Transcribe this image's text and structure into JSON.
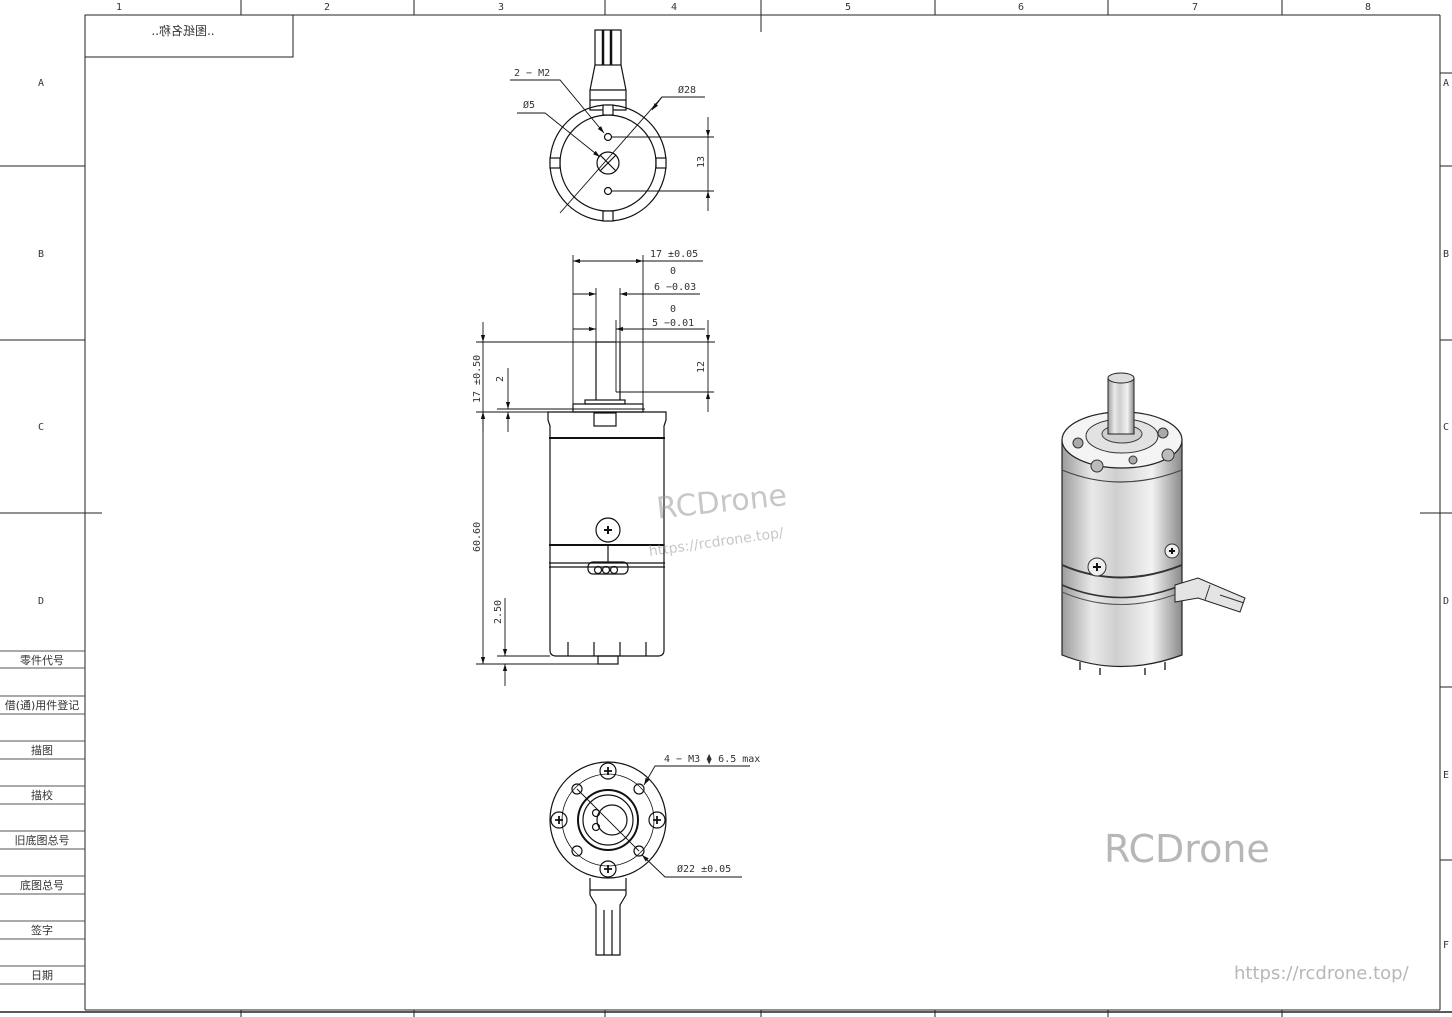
{
  "drawing": {
    "title_block_text": "..图纸名称..",
    "title_block_text_mirrored": true,
    "column_markers": [
      "1",
      "2",
      "3",
      "4",
      "5",
      "6",
      "7",
      "8"
    ],
    "row_markers": [
      "A",
      "B",
      "C",
      "D",
      "E",
      "F"
    ],
    "left_strip_labels": [
      "零件代号",
      "借(通)用件登记",
      "描图",
      "描校",
      "旧底图总号",
      "底图总号",
      "签字",
      "日期"
    ]
  },
  "views": {
    "top_view": {
      "dimensions": {
        "holes": "2 − M2",
        "shaft_diameter": "Ø5",
        "outer_diameter": "Ø28",
        "hole_spacing": "13"
      }
    },
    "side_view": {
      "dimensions": {
        "flange_width": "17 ±0.05",
        "shaft_dia_upper": "0",
        "shaft_dia": "6 −0.03",
        "flat_upper": "0",
        "flat": "5 −0.01",
        "shaft_length": "17 ±0.50",
        "shoulder": "2",
        "flat_length": "12",
        "body_length": "60.60",
        "base_offset": "2.50"
      }
    },
    "bottom_view": {
      "dimensions": {
        "mount_holes": "4 − M3 ⧫ 6.5 max",
        "bolt_circle": "Ø22 ±0.05"
      }
    },
    "isometric_view": {
      "label": "3D render of gear motor"
    }
  },
  "watermarks": {
    "brand": "RCDrone",
    "url": "https://rcdrone.top/"
  },
  "colors": {
    "line": "#111111",
    "text": "#333333",
    "watermark": "#9a9a9a",
    "metal_light": "#e8e8e8",
    "metal_dark": "#8a8a8a"
  }
}
